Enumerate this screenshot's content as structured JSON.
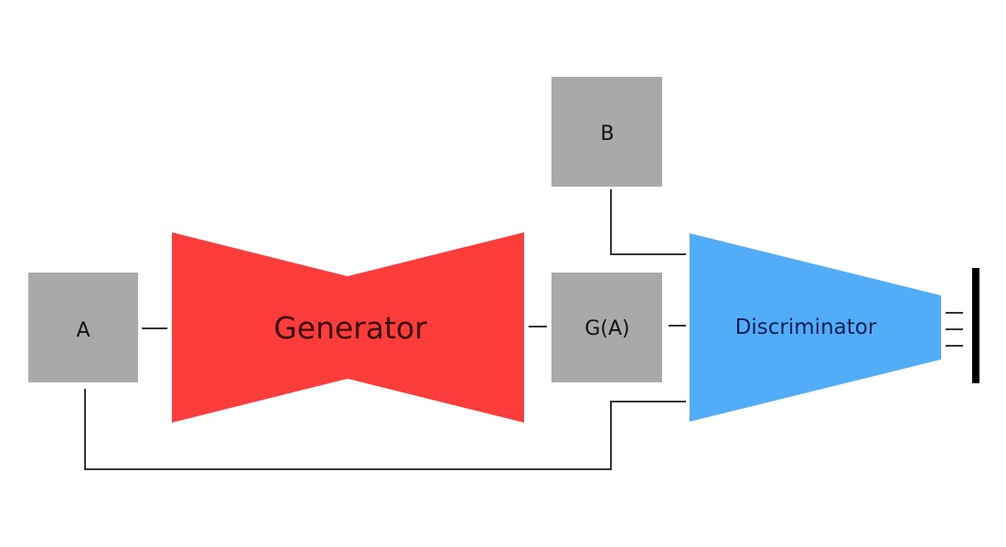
{
  "nodes": {
    "a": {
      "label": "A"
    },
    "b": {
      "label": "B"
    },
    "ga": {
      "label": "G(A)"
    },
    "generator": {
      "label": "Generator"
    },
    "discriminator": {
      "label": "Discriminator"
    }
  },
  "colors": {
    "box": "#a9a9a9",
    "generator": "#fd3c3c",
    "discriminator": "#52adf8",
    "line": "#333333",
    "output_bar": "#000000"
  }
}
